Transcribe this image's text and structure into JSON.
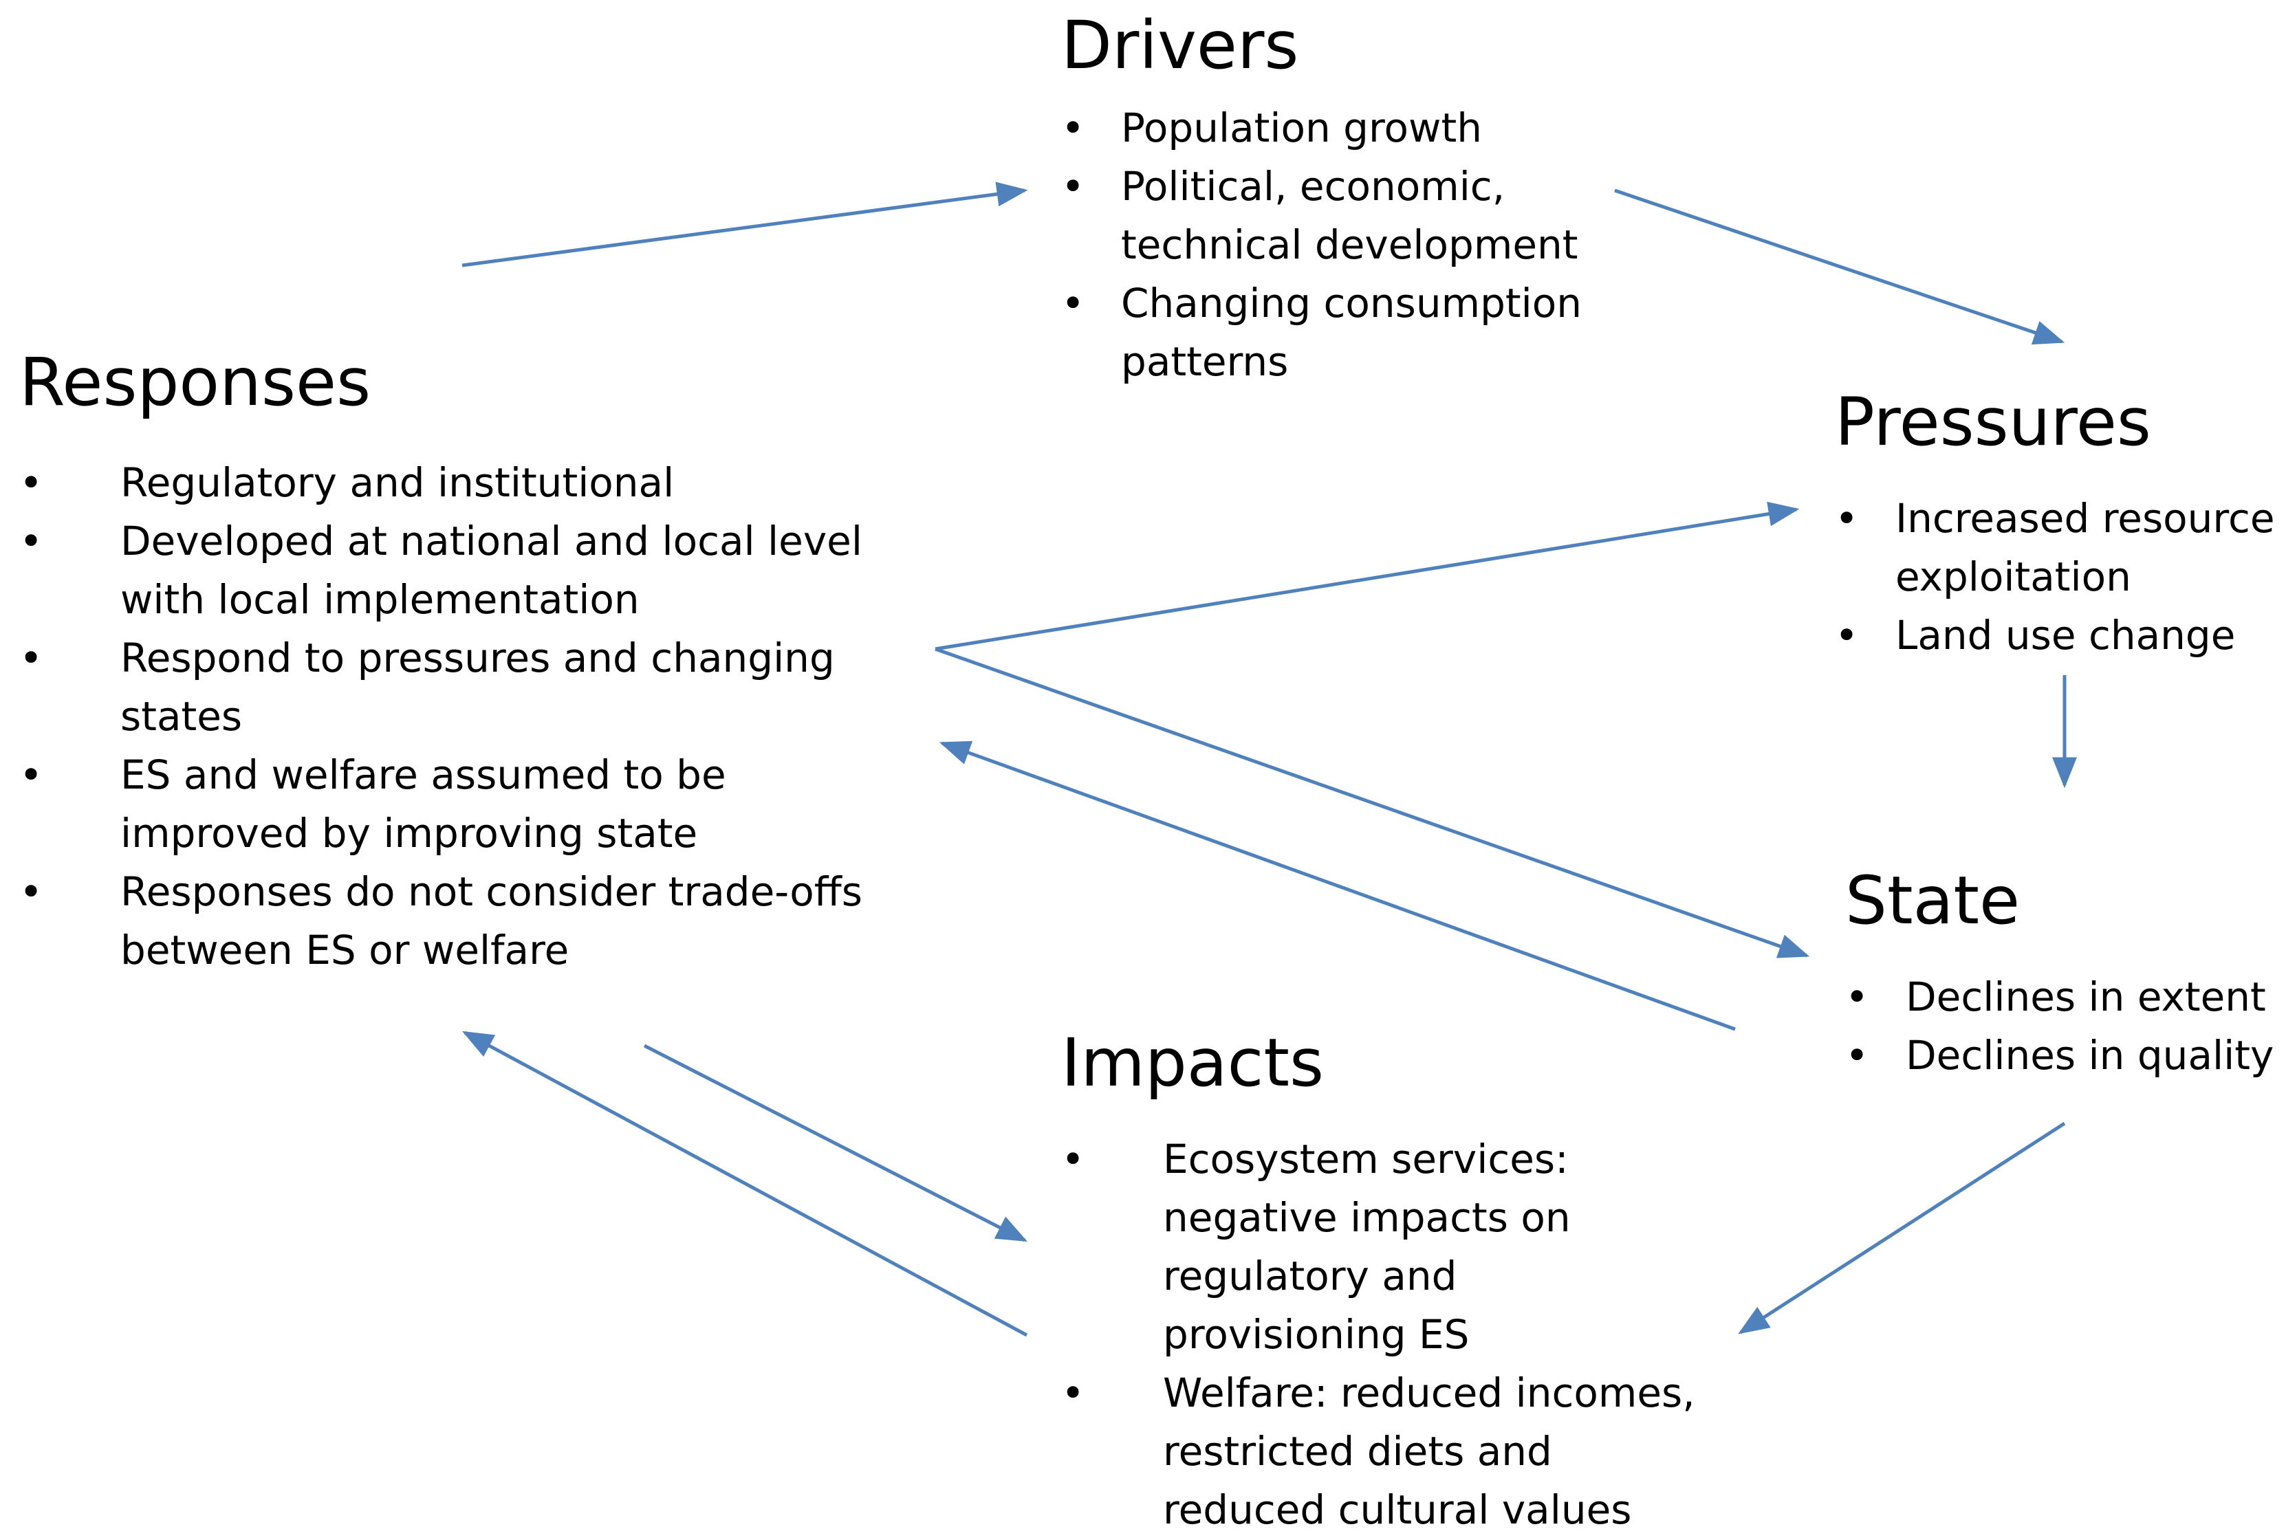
{
  "accent_color": "#4f81bd",
  "nodes": {
    "drivers": {
      "title": "Drivers",
      "items": [
        "Population growth",
        "Political, economic,\ntechnical development",
        "Changing consumption\npatterns"
      ]
    },
    "responses": {
      "title": "Responses",
      "items": [
        "Regulatory and institutional",
        "Developed at national and local level\nwith local implementation",
        "Respond to pressures and changing\nstates",
        "ES and welfare assumed to be\nimproved by improving state",
        "Responses do not consider trade-offs\nbetween ES or welfare"
      ]
    },
    "pressures": {
      "title": "Pressures",
      "items": [
        "Increased resource\nexploitation",
        "Land use change"
      ]
    },
    "state": {
      "title": "State",
      "items": [
        "Declines in extent",
        "Declines in quality"
      ]
    },
    "impacts": {
      "title": "Impacts",
      "items": [
        "Ecosystem services:\nnegative impacts on\nregulatory and\nprovisioning ES",
        "Welfare: reduced incomes,\nrestricted diets and\nreduced cultural values"
      ]
    }
  },
  "edges": [
    {
      "from": "responses",
      "to": "drivers"
    },
    {
      "from": "drivers",
      "to": "pressures"
    },
    {
      "from": "responses",
      "to": "pressures"
    },
    {
      "from": "pressures",
      "to": "state"
    },
    {
      "from": "responses",
      "to": "state"
    },
    {
      "from": "state",
      "to": "responses"
    },
    {
      "from": "state",
      "to": "impacts"
    },
    {
      "from": "responses",
      "to": "impacts"
    },
    {
      "from": "impacts",
      "to": "responses"
    }
  ]
}
